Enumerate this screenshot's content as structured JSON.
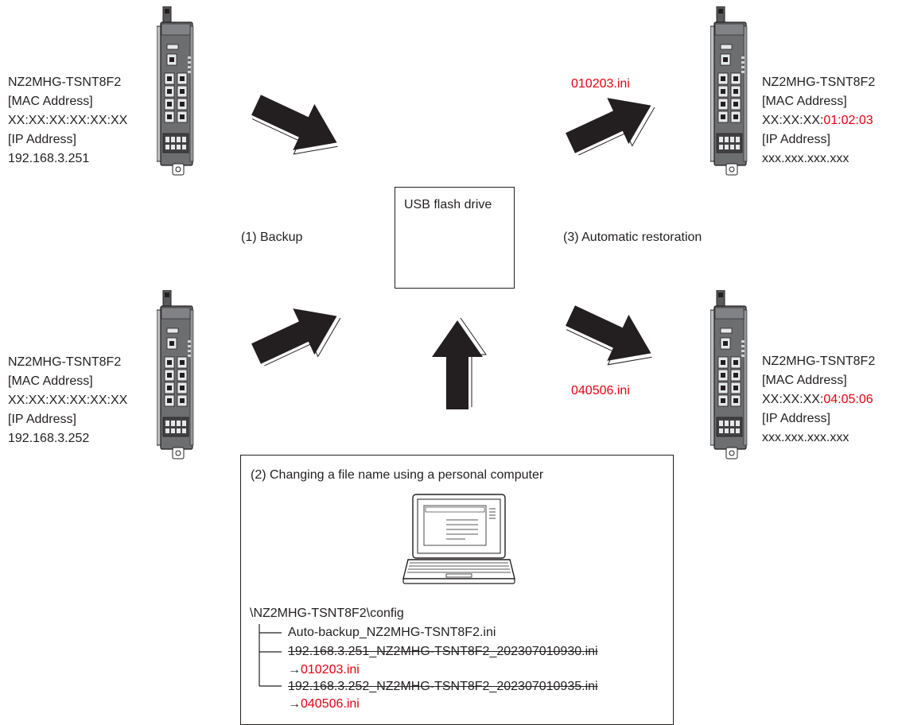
{
  "devices": {
    "top_left": {
      "model": "NZ2MHG-TSNT8F2",
      "mac_heading": "[MAC Address]",
      "mac": "XX:XX:XX:XX:XX:XX",
      "ip_heading": "[IP Address]",
      "ip": "192.168.3.251"
    },
    "bottom_left": {
      "model": "NZ2MHG-TSNT8F2",
      "mac_heading": "[MAC Address]",
      "mac": "XX:XX:XX:XX:XX:XX",
      "ip_heading": "[IP Address]",
      "ip": "192.168.3.252"
    },
    "top_right": {
      "model": "NZ2MHG-TSNT8F2",
      "mac_heading": "[MAC Address]",
      "mac_prefix": "XX:XX:XX:",
      "mac_suffix": "01:02:03",
      "ip_heading": "[IP Address]",
      "ip": "xxx.xxx.xxx.xxx"
    },
    "bottom_right": {
      "model": "NZ2MHG-TSNT8F2",
      "mac_heading": "[MAC Address]",
      "mac_prefix": "XX:XX:XX:",
      "mac_suffix": "04:05:06",
      "ip_heading": "[IP Address]",
      "ip": "xxx.xxx.xxx.xxx"
    }
  },
  "usb_label": "USB flash drive",
  "steps": {
    "backup": "(1) Backup",
    "rename": "(2) Changing a file name using a personal computer",
    "restore": "(3) Automatic restoration"
  },
  "files": {
    "restore_top": "010203.ini",
    "restore_bottom": "040506.ini"
  },
  "tree": {
    "root": "\\NZ2MHG-TSNT8F2\\config",
    "item1": "Auto-backup_NZ2MHG-TSNT8F2.ini",
    "item2_old": "192.168.3.251_NZ2MHG-TSNT8F2_202307010930.ini",
    "item2_arrow": "→",
    "item2_new": "010203.ini",
    "item3_old": "192.168.3.252_NZ2MHG-TSNT8F2_202307010935.ini",
    "item3_arrow": "→",
    "item3_new": "040506.ini"
  },
  "colors": {
    "highlight": "#e60012",
    "ink": "#231f20",
    "device_body": "#6d6e70"
  }
}
